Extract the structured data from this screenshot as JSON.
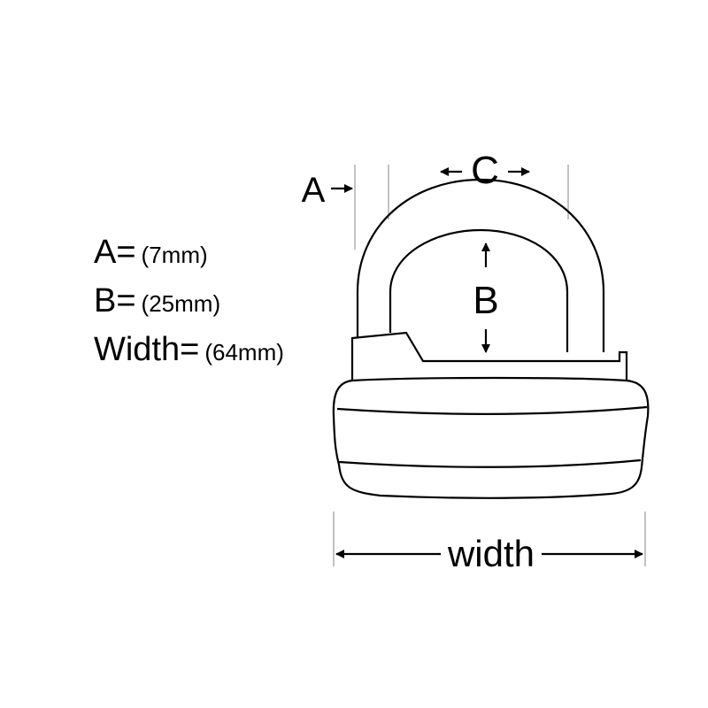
{
  "diagram": {
    "labels": {
      "a": "A",
      "b": "B",
      "c": "C",
      "width": "width"
    },
    "dimensions": [
      {
        "key": "A=",
        "value": "(7mm)"
      },
      {
        "key": "B=",
        "value": "(25mm)"
      },
      {
        "key": "Width=",
        "value": "(64mm)"
      }
    ],
    "colors": {
      "line": "#000000",
      "guide": "#9a9a9a",
      "background": "#ffffff"
    }
  }
}
